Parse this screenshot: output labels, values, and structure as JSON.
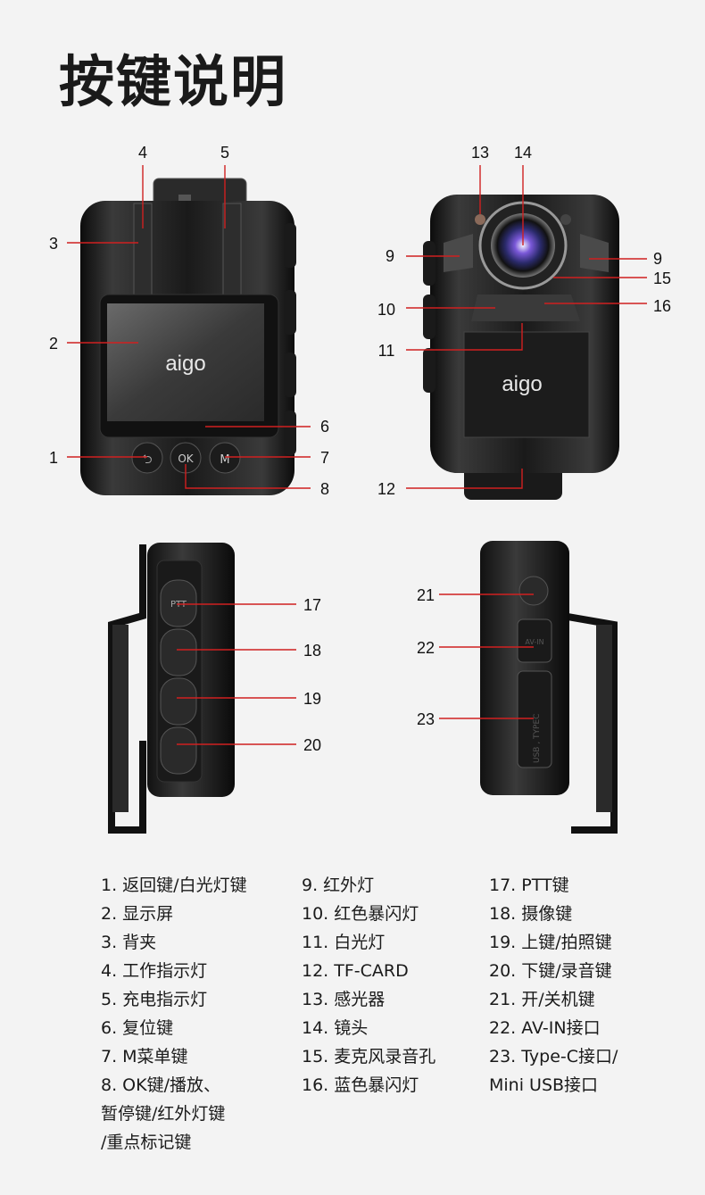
{
  "title": "按键说明",
  "device": {
    "logo": "aigo"
  },
  "buttons": {
    "ptt": "PTT",
    "m": "M",
    "ok": "OK",
    "av_in": "AV-IN",
    "usb_label": "USB , TYPEC"
  },
  "callouts": [
    "1",
    "2",
    "3",
    "4",
    "5",
    "6",
    "7",
    "8",
    "9",
    "10",
    "11",
    "12",
    "13",
    "14",
    "15",
    "16",
    "17",
    "18",
    "19",
    "20",
    "21",
    "22",
    "23"
  ],
  "legend": {
    "col1": [
      "1. 返回键/白光灯键",
      "2. 显示屏",
      "3. 背夹",
      "4. 工作指示灯",
      "5. 充电指示灯",
      "6. 复位键",
      "7. M菜单键",
      "8. OK键/播放、",
      "暂停键/红外灯键",
      "/重点标记键"
    ],
    "col2": [
      "9. 红外灯",
      "10. 红色暴闪灯",
      "11. 白光灯",
      "12. TF-CARD",
      "13. 感光器",
      "14. 镜头",
      "15. 麦克风录音孔",
      "16. 蓝色暴闪灯"
    ],
    "col3": [
      "17. PTT键",
      "18. 摄像键",
      "19. 上键/拍照键",
      "20. 下键/录音键",
      "21. 开/关机键",
      "22. AV-IN接口",
      "23. Type-C接口/",
      "Mini USB接口"
    ]
  }
}
